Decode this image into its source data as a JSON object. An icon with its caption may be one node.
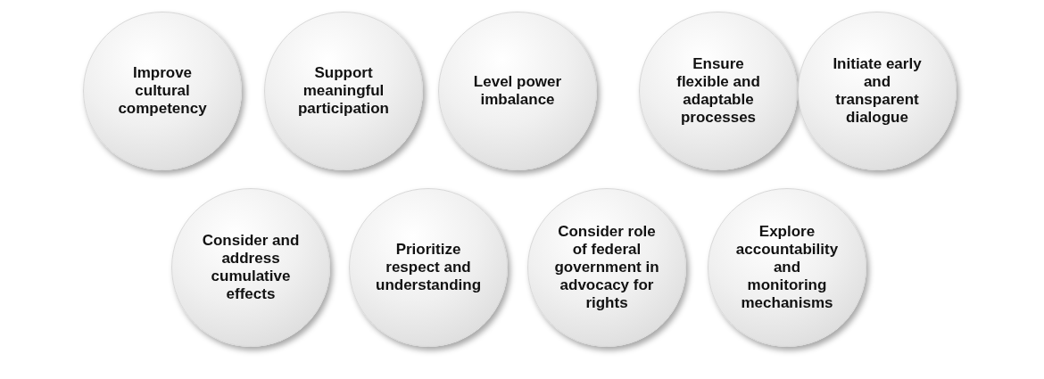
{
  "diagram": {
    "nodes": [
      {
        "text": [
          "Improve cultural competency"
        ]
      },
      {
        "text": [
          "Support meaningful participation"
        ]
      },
      {
        "text": [
          "Level power imbalance"
        ]
      },
      {
        "text": [
          "Ensure flexible and adaptable processes"
        ]
      },
      {
        "text": [
          "Initiate early and transparent dialogue"
        ]
      },
      {
        "text": [
          "Consider and address cumulative effects"
        ]
      },
      {
        "text": [
          "Prioritize respect and understanding"
        ]
      },
      {
        "text": [
          "Consider role of federal government in advocacy for rights"
        ]
      },
      {
        "text": [
          "Explore accountability and monitoring mechanisms"
        ]
      }
    ]
  }
}
